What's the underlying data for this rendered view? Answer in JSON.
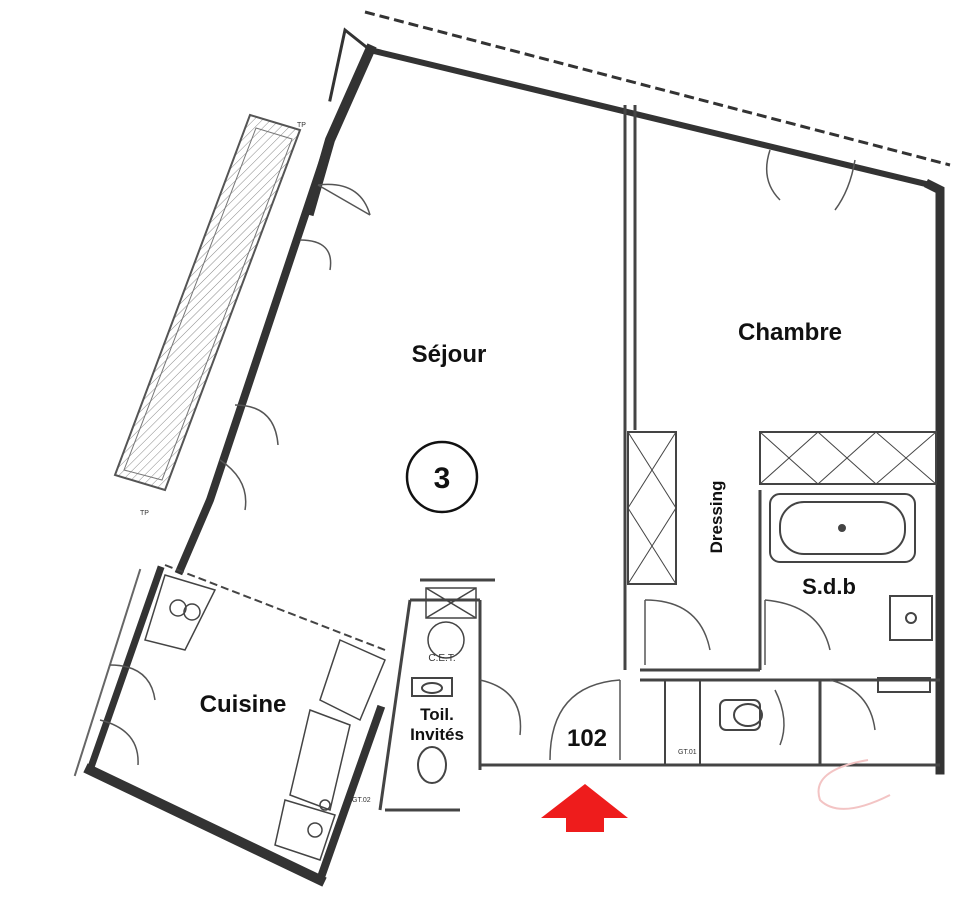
{
  "rooms": {
    "sejour": "Séjour",
    "chambre": "Chambre",
    "cuisine": "Cuisine",
    "dressing": "Dressing",
    "sdb": "S.d.b",
    "toilettes_line1": "Toil.",
    "toilettes_line2": "Invités"
  },
  "labels": {
    "unit_number": "3",
    "door_number": "102",
    "cet": "C.E.T.",
    "tp_top": "TP",
    "tp_bottom": "TP",
    "gt01": "GT.01",
    "gt02": "GT.02"
  },
  "colors": {
    "wall": "#333333",
    "line": "#555555",
    "balcony_hatch": "#8a8a8a",
    "entrance_arrow": "#ee1c1c",
    "background": "#ffffff"
  },
  "icons": {
    "entrance": "entrance-arrow-icon",
    "unit_marker": "circle-number-icon"
  }
}
